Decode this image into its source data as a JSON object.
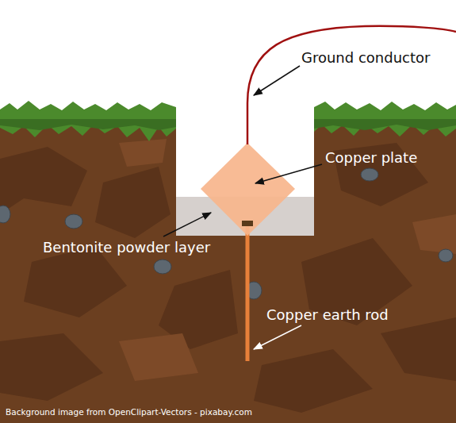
{
  "diagram": {
    "labels": [
      "Ground conductor",
      "Copper plate",
      "Bentonite powder layer",
      "Copper earth rod",
      "Background image from OpenClipart-Vectors - pixabay.com"
    ]
  }
}
